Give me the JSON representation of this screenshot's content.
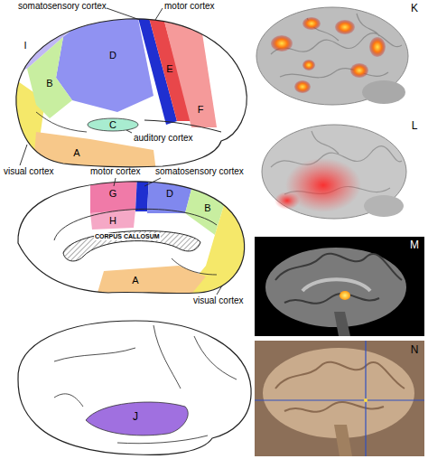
{
  "diagram": {
    "labels": [
      "somatosensory cortex",
      "motor cortex",
      "I",
      "B",
      "D",
      "E",
      "F",
      "C",
      "auditory cortex",
      "A",
      "visual cortex",
      "motor cortex",
      "somatosensory cortex",
      "G",
      "D",
      "B",
      "H",
      "CORPUS CALLOSUM",
      "A",
      "visual cortex",
      "J",
      "K",
      "L",
      "M",
      "N"
    ]
  }
}
